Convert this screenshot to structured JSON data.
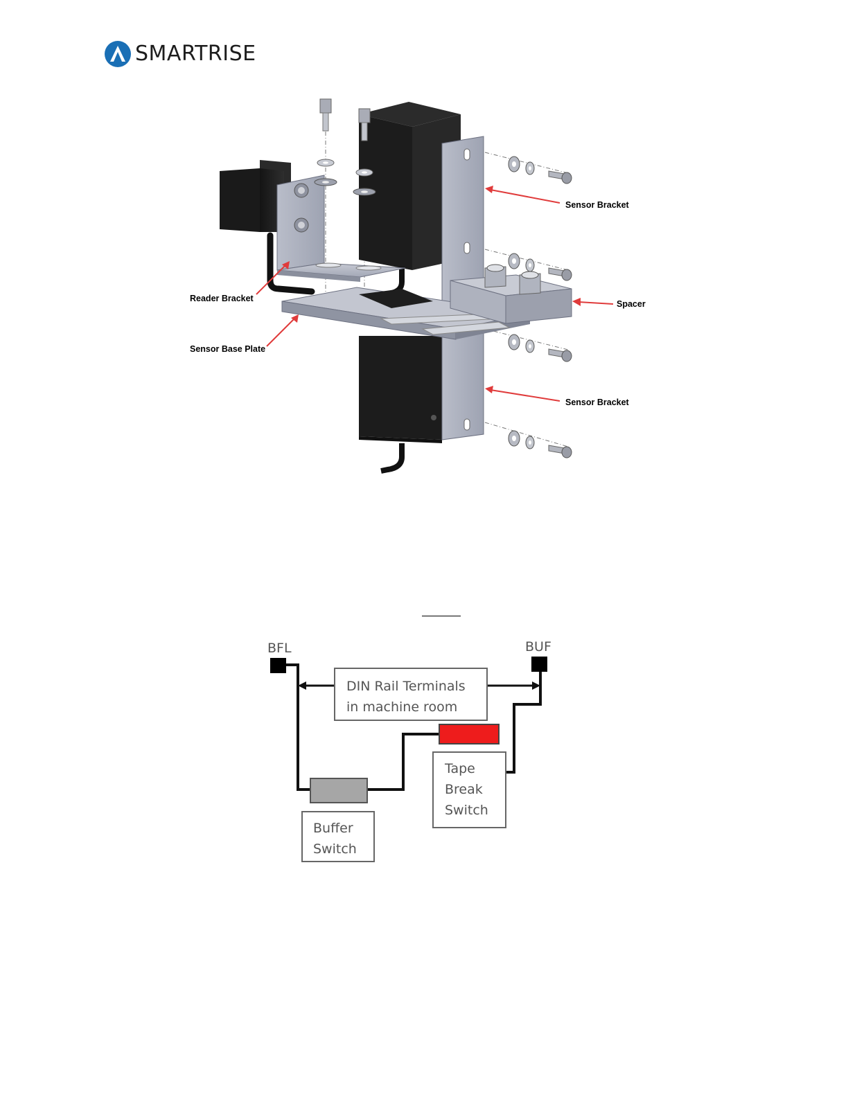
{
  "header": {
    "brand": "SMARTRISE",
    "brand_color": "#1a6fb5",
    "logo_icon": "smartrise-a-icon"
  },
  "figure1": {
    "callouts": {
      "sensor_bracket_top": "Sensor Bracket",
      "spacer": "Spacer",
      "reader_bracket": "Reader Bracket",
      "sensor_base_plate": "Sensor Base Plate",
      "sensor_bracket_bottom": "Sensor Bracket"
    },
    "arrow_color": "#e03b3b"
  },
  "figure2": {
    "bfl": "BFL",
    "buf": "BUF",
    "din_line1": "DIN Rail Terminals",
    "din_line2": "in machine room",
    "tape_line1": "Tape",
    "tape_line2": "Break",
    "tape_line3": "Switch",
    "buffer_line1": "Buffer",
    "buffer_line2": "Switch",
    "tape_switch_color": "#ee1c1c",
    "buffer_switch_color": "#a6a6a6"
  }
}
